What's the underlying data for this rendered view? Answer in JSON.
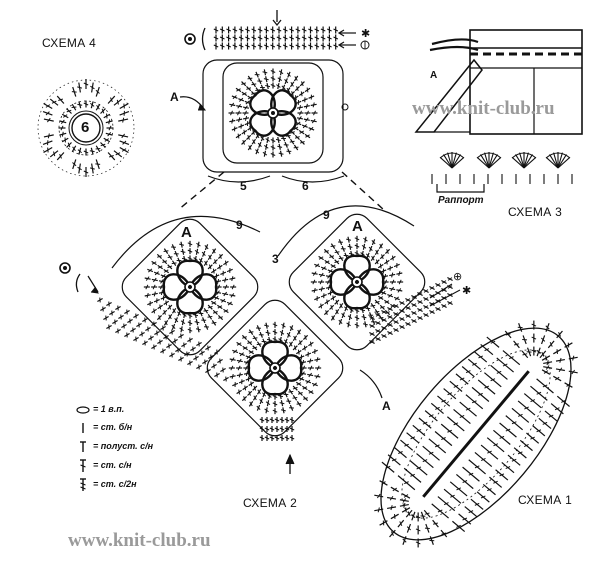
{
  "schemes": {
    "s4": "СХЕМА 4",
    "s3": "СХЕМА 3",
    "s2": "СХЕМА 2",
    "s1": "СХЕМА 1"
  },
  "watermark": "www.knit-club.ru",
  "markers": {
    "a": "A",
    "six": "6",
    "five": "5",
    "nine": "9",
    "three": "3"
  },
  "raport": "Раппорт",
  "legend": [
    {
      "symbol": "oval",
      "text": "= 1 в.п."
    },
    {
      "symbol": "stb",
      "text": "= ст. б/н"
    },
    {
      "symbol": "pst",
      "text": "= полуст. с/н"
    },
    {
      "symbol": "st1",
      "text": "= ст. с/н"
    },
    {
      "symbol": "st2",
      "text": "= ст. с/2н"
    }
  ],
  "colors": {
    "ink": "#111111",
    "watermark": "#9a9a9a"
  }
}
